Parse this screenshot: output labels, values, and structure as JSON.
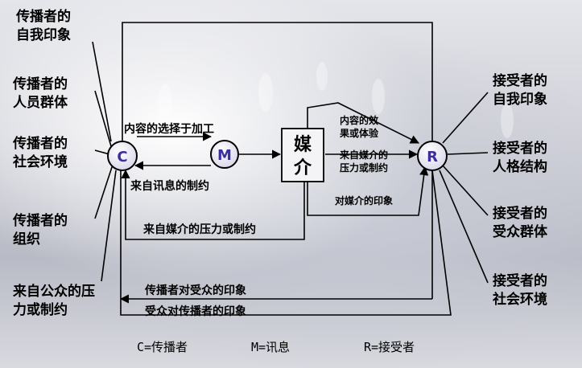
{
  "left_factors": [
    [
      "传播者的",
      "自我印象"
    ],
    [
      "传播者的",
      "人员群体"
    ],
    [
      "传播者的",
      "社会环境"
    ],
    [
      "传播者的",
      "组织"
    ],
    [
      "来自公众的压",
      "力或制约"
    ]
  ],
  "right_factors": [
    [
      "接受者的",
      "自我印象"
    ],
    [
      "接受者的",
      "人格结构"
    ],
    [
      "接受者的",
      "受众群体"
    ],
    [
      "接受者的",
      "社会环境"
    ]
  ],
  "nodes": {
    "c": "C",
    "m": "M",
    "r": "R"
  },
  "media": [
    "媒",
    "介"
  ],
  "flows": {
    "selection": "内容的选择于加工",
    "feedback_message": "来自讯息的制约",
    "media_pressure_bottom": "来自媒介的压力或制约",
    "content_effect": [
      "内容的效",
      "果或体验"
    ],
    "media_pressure_right": [
      "来自媒介的",
      "压力或制约"
    ],
    "media_impression": "对媒介的印象",
    "communicator_impression": "传播者对受众的印象",
    "audience_impression": "受众对传播者的印象"
  },
  "legend": {
    "c": "C=传播者",
    "m": "M=讯息",
    "r": "R=接受者"
  }
}
